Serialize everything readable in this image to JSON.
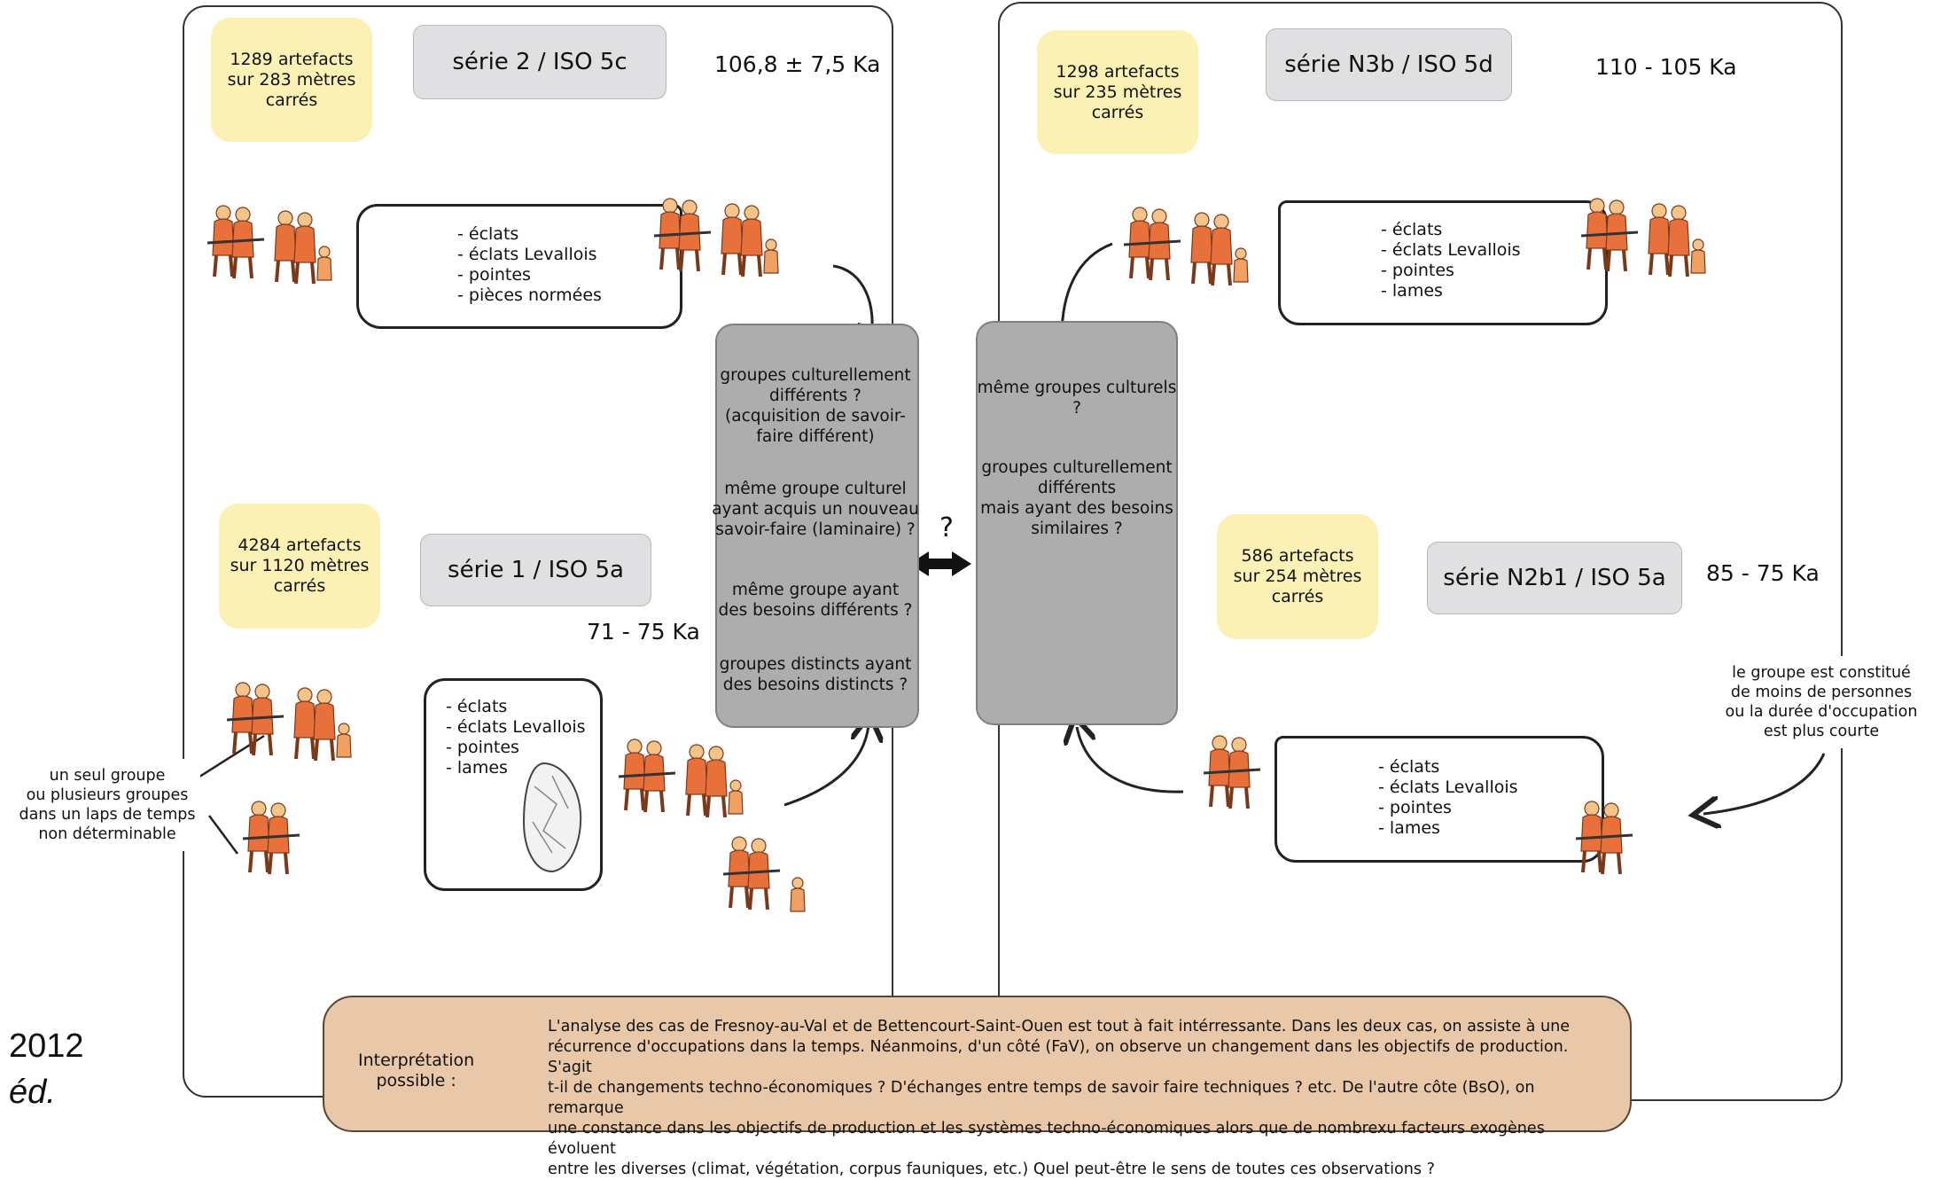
{
  "left_panel": {
    "top": {
      "artefacts": "1289 artefacts\nsur 283 mètres\ncarrés",
      "serie": "série 2 / ISO 5c",
      "date": "106,8 ± 7,5 Ka",
      "items": "- éclats\n- éclats Levallois\n- pointes\n- pièces normées"
    },
    "bottom": {
      "artefacts": "4284 artefacts\nsur 1120 mètres\ncarrés",
      "serie": "série 1 / ISO 5a",
      "date": "71 - 75 Ka",
      "items": "- éclats\n- éclats Levallois\n- pointes\n- lames"
    }
  },
  "right_panel": {
    "top": {
      "artefacts": "1298 artefacts\nsur 235 mètres\ncarrés",
      "serie": "série N3b / ISO 5d",
      "date": "110 - 105 Ka",
      "items": "- éclats\n- éclats Levallois\n- pointes\n- lames"
    },
    "bottom": {
      "artefacts": "586 artefacts\nsur 254 mètres\ncarrés",
      "serie": "série N2b1 / ISO 5a",
      "date": "85 - 75 Ka",
      "items": "- éclats\n- éclats Levallois\n- pointes\n- lames"
    }
  },
  "center_left": {
    "q1": "groupes culturellement\ndifférents ?\n(acquisition de savoir-\nfaire différent)",
    "q2": "même groupe culturel\nayant acquis un nouveau\nsavoir-faire (laminaire) ?",
    "q3": "même groupe ayant\ndes besoins différents ?",
    "q4": "groupes distincts ayant\ndes besoins distincts ?"
  },
  "center_right": {
    "q1": "même groupes culturels ?",
    "q2": "groupes culturellement\ndifférents\nmais ayant des besoins\nsimilaires ?"
  },
  "middle_question": "?",
  "note_left": "un seul groupe\nou plusieurs groupes\ndans un laps de temps\nnon déterminable",
  "note_right": "le groupe est constitué\nde moins de personnes\nou la durée d'occupation\nest plus courte",
  "interpretation": {
    "label": "Interprétation\npossible :",
    "text": "L'analyse des cas de Fresnoy-au-Val et de Bettencourt-Saint-Ouen est tout à fait intérressante. Dans les deux cas, on assiste à une\nrécurrence d'occupations dans la temps. Néanmoins, d'un côté (FaV), on observe un changement dans les objectifs de production. S'agit\nt-il de changements techno-économiques ? D'échanges entre temps de savoir faire techniques ? etc.  De l'autre côte (BsO), on remarque\nune constance dans les objectifs de production et les systèmes techno-économiques alors que de nombrexu facteurs exogènes évoluent\nentre les diverses  (climat, végétation, corpus fauniques, etc.) Quel peut-être le sens de toutes ces observations ?"
  },
  "side_text": {
    "year": "2012",
    "ed": "éd."
  },
  "colors": {
    "yellow_box": "#fbf1b4",
    "serie_box": "#e0e0e2",
    "center_box": "#adadad",
    "interp_box": "#e8c8a8",
    "figure_orange": "#e8703a"
  }
}
